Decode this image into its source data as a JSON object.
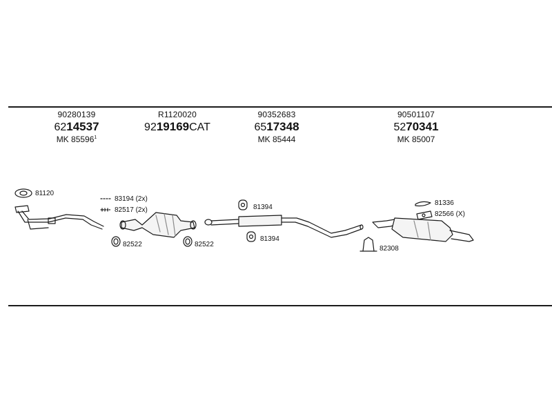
{
  "groups": [
    {
      "part": "90280139",
      "code_prefix": "62",
      "code_main": "14537",
      "code_suffix": "",
      "mk": "MK 85596",
      "mk_note": "1"
    },
    {
      "part": "R1120020",
      "code_prefix": "92",
      "code_main": "19169",
      "code_suffix": "CAT",
      "mk": "",
      "mk_note": ""
    },
    {
      "part": "90352683",
      "code_prefix": "65",
      "code_main": "17348",
      "code_suffix": "",
      "mk": "MK 85444",
      "mk_note": ""
    },
    {
      "part": "90501107",
      "code_prefix": "52",
      "code_main": "70341",
      "code_suffix": "",
      "mk": "MK 85007",
      "mk_note": ""
    }
  ],
  "labels": {
    "gasket_front": "81120",
    "clamp_a": "83194 (2x)",
    "clamp_b": "82517 (2x)",
    "ring_left": "82522",
    "ring_right": "82522",
    "hanger_top": "81394",
    "hanger_bottom": "81394",
    "clamp_rear": "81336",
    "bracket_rear": "82566 (X)",
    "ring_rear": "82308"
  },
  "colors": {
    "ink": "#1a1a1a",
    "shade": "#8a8a8a",
    "fill": "#ffffff"
  }
}
